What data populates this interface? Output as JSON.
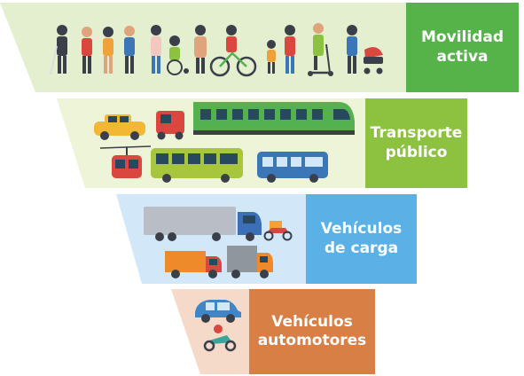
{
  "tiers": [
    {
      "id": "movilidad-activa",
      "line1": "Movilidad",
      "line2": "activa",
      "band_color": "#e4efcf",
      "label_color": "#56b34a"
    },
    {
      "id": "transporte-publico",
      "line1": "Transporte",
      "line2": "público",
      "band_color": "#eef4d8",
      "label_color": "#8cc23f"
    },
    {
      "id": "vehiculos-carga",
      "line1": "Vehículos",
      "line2": "de carga",
      "band_color": "#d2e7f7",
      "label_color": "#5bb1e6"
    },
    {
      "id": "vehiculos-automotores",
      "line1": "Vehículos",
      "line2": "automotores",
      "band_color": "#f5d9c9",
      "label_color": "#d87f45"
    }
  ],
  "colors": {
    "skin": "#e0a47c",
    "dark_clothes": "#3b3f4a",
    "pedestrian_accent": "#f0a13a",
    "taxi": "#f2b733",
    "train": "#54b14f",
    "train_window": "#28485e",
    "bus_green": "#a7c53d",
    "bus_blue": "#3b76b6",
    "cable_car": "#d9473f",
    "truck_cab": "#3d6fb8",
    "truck_trailer": "#b9bec6",
    "truck_orange": "#ef8a2b",
    "truck_grey": "#8f969e",
    "car": "#3f86c9",
    "motorbike": "#3aa59b"
  }
}
